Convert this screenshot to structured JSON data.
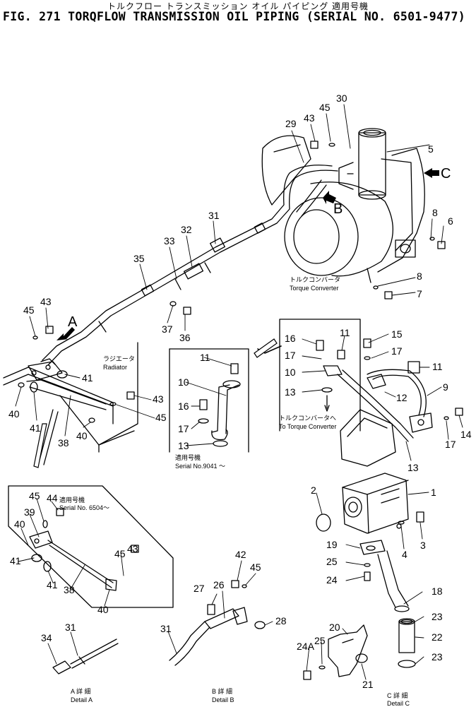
{
  "header": {
    "japanese_title": "トルクフロー トランスミッション オイル パイピング 適用号機",
    "title": "FIG. 271  TORQFLOW TRANSMISSION OIL PIPING (SERIAL NO. 6501-9477)"
  },
  "callouts": {
    "c1": "1",
    "c2": "2",
    "c3": "3",
    "c4": "4",
    "c5": "5",
    "c6": "6",
    "c7": "7",
    "c8a": "8",
    "c8b": "8",
    "c9": "9",
    "c10a": "10",
    "c10b": "10",
    "c11a": "11",
    "c11b": "11",
    "c11c": "11",
    "c12": "12",
    "c13a": "13",
    "c13b": "13",
    "c14": "14",
    "c15": "15",
    "c16a": "16",
    "c16b": "16",
    "c17a": "17",
    "c17b": "17",
    "c17c": "17",
    "c17d": "17",
    "c18": "18",
    "c19": "19",
    "c20": "20",
    "c21": "21",
    "c22": "22",
    "c23a": "23",
    "c23b": "23",
    "c24": "24",
    "c24a": "24A",
    "c25a": "25",
    "c25b": "25",
    "c26": "26",
    "c27": "27",
    "c28": "28",
    "c29": "29",
    "c30": "30",
    "c31a": "31",
    "c31b": "31",
    "c31c": "31",
    "c32": "32",
    "c33": "33",
    "c34": "34",
    "c35": "35",
    "c36": "36",
    "c37": "37",
    "c38a": "38",
    "c38b": "38",
    "c39": "39",
    "c40a": "40",
    "c40b": "40",
    "c40c": "40",
    "c40d": "40",
    "c41a": "41",
    "c41b": "41",
    "c41c": "41",
    "c41d": "41",
    "c42": "42",
    "c43a": "43",
    "c43b": "43",
    "c43c": "43",
    "c43d": "43",
    "c44": "44",
    "c45a": "45",
    "c45b": "45",
    "c45c": "45",
    "c45d": "45",
    "c45e": "45",
    "c45f": "45"
  },
  "view_letters": {
    "a": "A",
    "b": "B",
    "c": "C"
  },
  "labels": {
    "torque_converter_jp": "トルクコンバータ",
    "torque_converter_en": "Torque Converter",
    "radiator_jp": "ラジエータ",
    "radiator_en": "Radiator",
    "to_tc_jp": "トルクコンバータへ",
    "to_tc_en": "To Torque Converter",
    "serial9041_jp": "適用号機",
    "serial9041_en": "Serial No.9041 ～",
    "serial6504_jp": "適用号機",
    "serial6504_en": "Serial No. 6504～",
    "detail_a_jp": "A 詳 細",
    "detail_a_en": "Detail A",
    "detail_b_jp": "B 詳 細",
    "detail_b_en": "Detail B",
    "detail_c_jp": "C 詳 細",
    "detail_c_en": "Detail C"
  }
}
